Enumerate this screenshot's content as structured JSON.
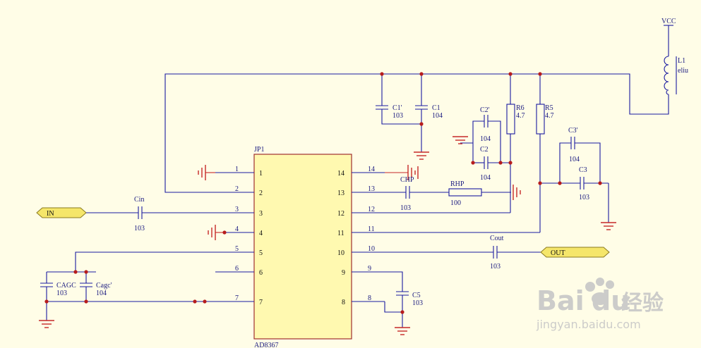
{
  "ic": {
    "designator": "JP1",
    "part": "AD8367",
    "left_pins": [
      "1",
      "2",
      "3",
      "4",
      "5",
      "6",
      "7"
    ],
    "right_pins": [
      "14",
      "13",
      "12",
      "11",
      "10",
      "9",
      "8"
    ]
  },
  "wire_labels": {
    "left": [
      "1",
      "2",
      "3",
      "4",
      "5",
      "6",
      "7"
    ],
    "right": [
      "14",
      "13",
      "12",
      "11",
      "10",
      "9",
      "8"
    ]
  },
  "ports": {
    "in": "IN",
    "out": "OUT",
    "vcc": "VCC"
  },
  "inductor": {
    "ref": "L1",
    "value": "eliu"
  },
  "components": {
    "c1p": {
      "ref": "C1'",
      "value": "103"
    },
    "c1": {
      "ref": "C1",
      "value": "104"
    },
    "c2p": {
      "ref": "C2'",
      "value": "104"
    },
    "c2": {
      "ref": "C2",
      "value": "104"
    },
    "r6": {
      "ref": "R6",
      "value": "4.7"
    },
    "r5": {
      "ref": "R5",
      "value": "4.7"
    },
    "c3p": {
      "ref": "C3'",
      "value": "104"
    },
    "c3": {
      "ref": "C3",
      "value": "103"
    },
    "chp": {
      "ref": "CHP",
      "value": "103"
    },
    "rhp": {
      "ref": "RHP",
      "value": "100"
    },
    "cin": {
      "ref": "Cin",
      "value": "103"
    },
    "cout": {
      "ref": "Cout",
      "value": "103"
    },
    "cagc": {
      "ref": "CAGC",
      "value": "103"
    },
    "cagcp": {
      "ref": "Cagc'",
      "value": "104"
    },
    "c5": {
      "ref": "C5",
      "value": "103"
    }
  },
  "watermark": {
    "brand": "Bai",
    "brand2": "du",
    "cn": "经验",
    "url": "jingyan.baidu.com"
  },
  "colors": {
    "wire": "#1a1aa0",
    "ground": "#c62828",
    "ic_fill": "#fff9b0",
    "port_fill": "#f5e66a",
    "background": "#fffde7"
  }
}
